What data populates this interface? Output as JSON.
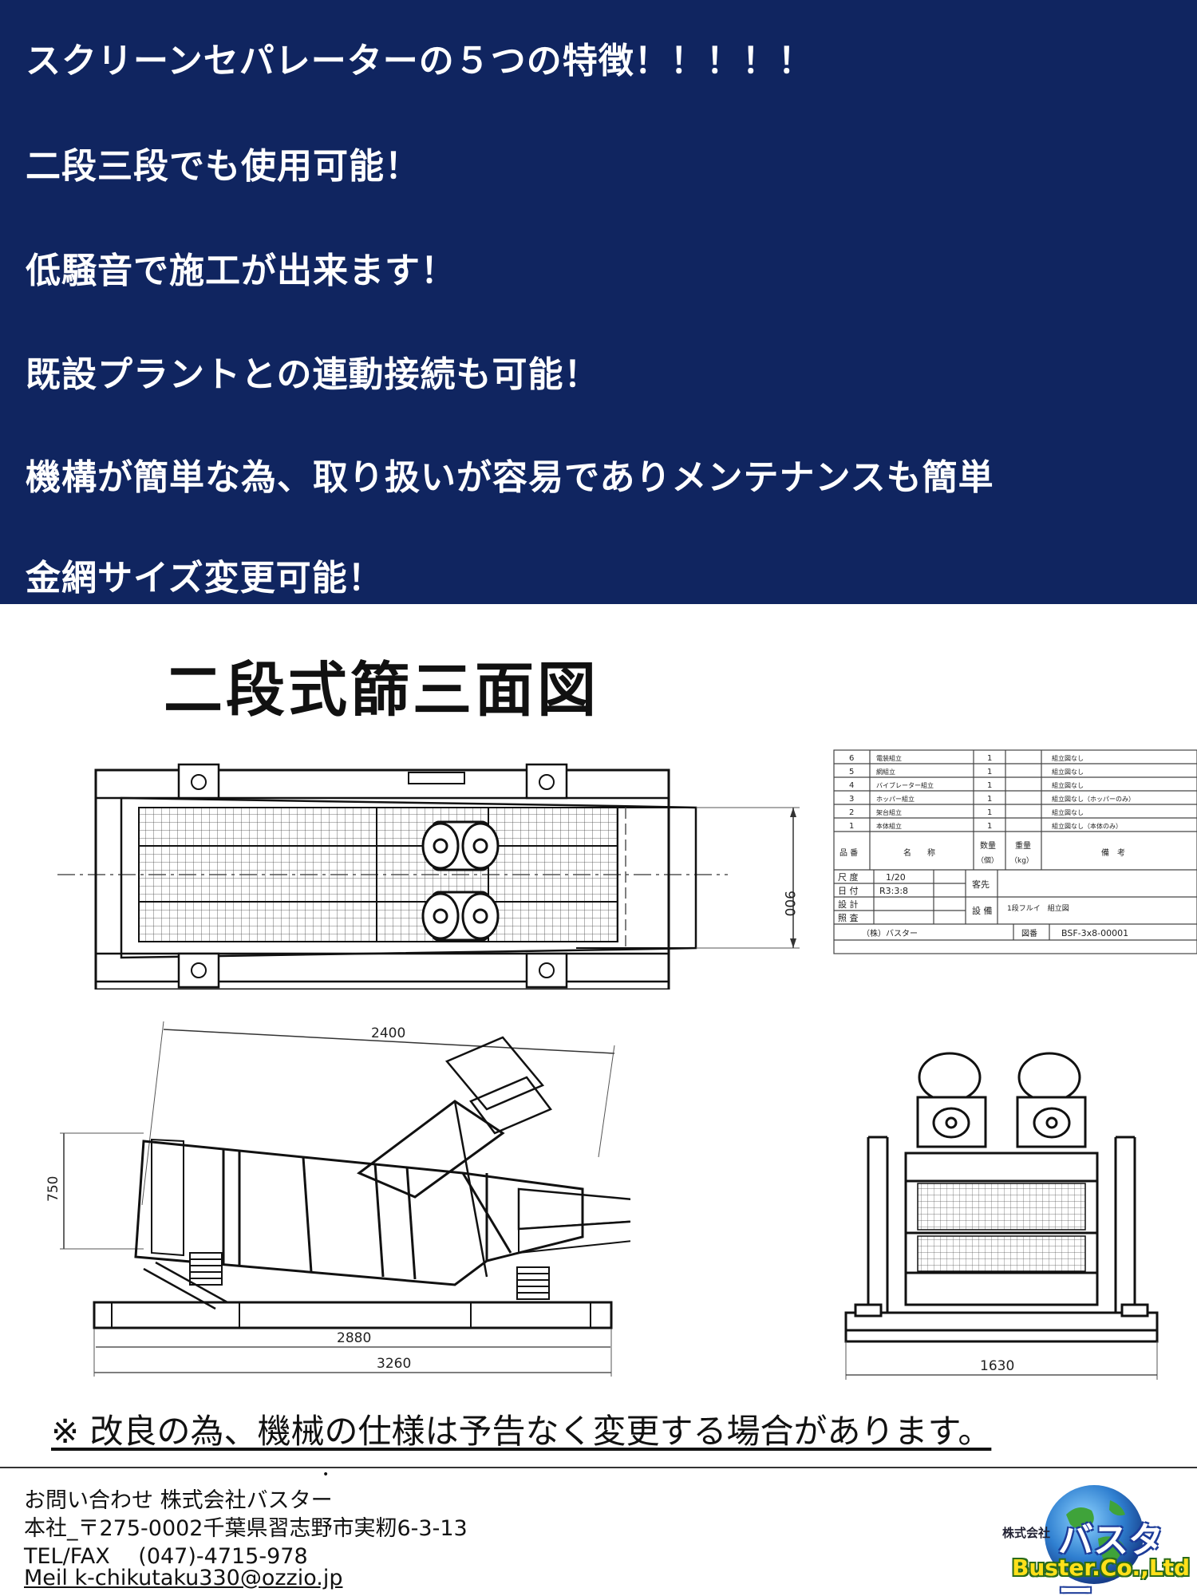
{
  "features": {
    "headline": "スクリーンセパレーターの５つの特徴！！！！！",
    "items": [
      "二段三段でも使用可能！",
      "低騒音で施工が出来ます！",
      "既設プラントとの連動接続も可能！",
      "機構が簡単な為、取り扱いが容易でありメンテナンスも簡単",
      "金網サイズ変更可能！"
    ]
  },
  "drawing_title": "二段式篩三面図",
  "title_block": {
    "parts": [
      {
        "no": "6",
        "name": "電装組立",
        "qty": "1",
        "note": "組立図なし"
      },
      {
        "no": "5",
        "name": "網組立",
        "qty": "1",
        "note": "組立図なし"
      },
      {
        "no": "4",
        "name": "バイブレーター組立",
        "qty": "1",
        "note": "組立図なし"
      },
      {
        "no": "3",
        "name": "ホッパー組立",
        "qty": "1",
        "note": "組立図なし（ホッパーのみ）"
      },
      {
        "no": "2",
        "name": "架台組立",
        "qty": "1",
        "note": "組立図なし"
      },
      {
        "no": "1",
        "name": "本体組立",
        "qty": "1",
        "note": "組立図なし（本体のみ）"
      }
    ],
    "headers": {
      "no": "品 番",
      "name": "名　　称",
      "qty": "数量",
      "qty_unit": "（個）",
      "weight": "重量",
      "weight_unit": "（kg）",
      "note": "備　考"
    },
    "scale_label": "尺 度",
    "scale_value": "1/20",
    "date_label": "日 付",
    "date_value": "R3:3:8",
    "client_label": "客先",
    "design_label": "設 計",
    "equipment_label": "設 備",
    "equipment_value": "1段フルイ　組立図",
    "check_label": "照 査",
    "company": "（株）バスター",
    "drawing_no_label": "図番",
    "drawing_no": "BSF-3x8-00001"
  },
  "dimensions": {
    "plan_width": "900",
    "side_length": "2400",
    "side_height": "750",
    "side_base_inner": "2880",
    "side_base_total": "3260",
    "front_width": "1630"
  },
  "notice": "※  改良の為、機械の仕様は予告なく変更する場合があります。",
  "contact": {
    "line1": "お問い合わせ  株式会社バスター",
    "line2": " 本社_〒275-0002千葉県習志野市実籾6-3-13",
    "line3": " TEL/FAX　 (047)-4715-978",
    "line4": " Meil   k-chikutaku330@ozzio.jp"
  },
  "logo": {
    "small": "株式会社",
    "kana": "バスター",
    "roman": "Buster.Co.,Ltd"
  }
}
